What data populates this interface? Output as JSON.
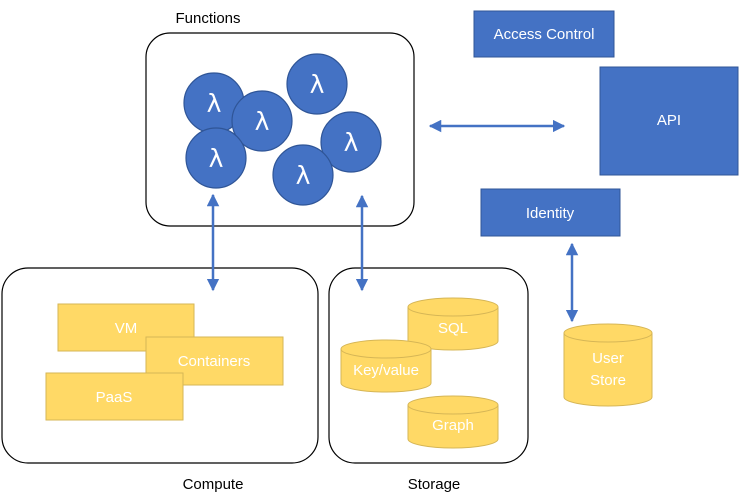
{
  "colors": {
    "blue": "#4472C4",
    "blue_dark": "#2F5597",
    "gold": "#FFD966",
    "gold_stroke": "#D6B656",
    "gold_text": "#ffffff",
    "arrow": "#4472C4",
    "frame": "#000000"
  },
  "groups": {
    "functions": {
      "title": "Functions"
    },
    "compute": {
      "title": "Compute"
    },
    "storage": {
      "title": "Storage"
    }
  },
  "functions": {
    "symbol": "λ"
  },
  "compute": {
    "vm": "VM",
    "containers": "Containers",
    "paas": "PaaS"
  },
  "storage": {
    "sql": "SQL",
    "key_value": "Key/value",
    "graph": "Graph"
  },
  "services": {
    "access_control": "Access Control",
    "api": "API",
    "identity": "Identity",
    "user_store_line1": "User",
    "user_store_line2": "Store"
  }
}
